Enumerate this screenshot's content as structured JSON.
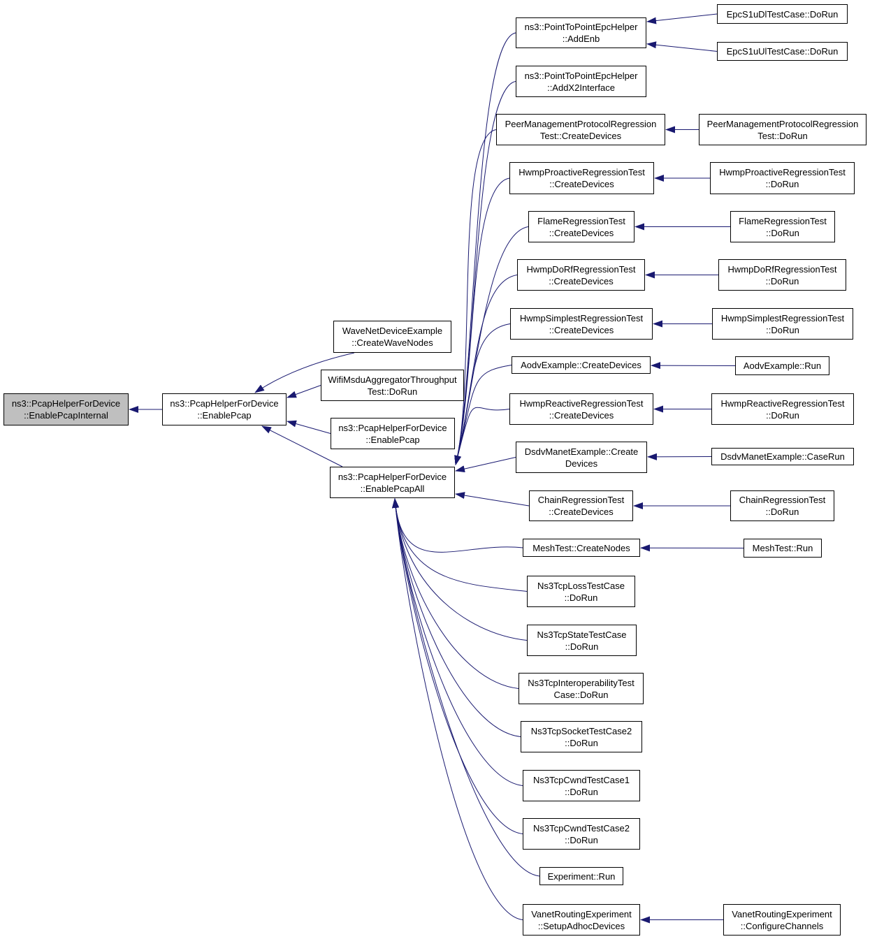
{
  "graph": {
    "edge_color": "#191970",
    "root_fill": "#bfbfbf",
    "nodes": {
      "n0": {
        "lines": [
          "ns3::PcapHelperForDevice",
          "::EnablePcapInternal"
        ]
      },
      "n1": {
        "lines": [
          "ns3::PcapHelperForDevice",
          "::EnablePcap"
        ]
      },
      "n2": {
        "lines": [
          "WaveNetDeviceExample",
          "::CreateWaveNodes"
        ]
      },
      "n3": {
        "lines": [
          "WifiMsduAggregatorThroughput",
          "Test::DoRun"
        ]
      },
      "n4": {
        "lines": [
          "ns3::PcapHelperForDevice",
          "::EnablePcap"
        ]
      },
      "n5": {
        "lines": [
          "ns3::PcapHelperForDevice",
          "::EnablePcapAll"
        ]
      },
      "n6": {
        "lines": [
          "ns3::PointToPointEpcHelper",
          "::AddEnb"
        ]
      },
      "n7": {
        "lines": [
          "ns3::PointToPointEpcHelper",
          "::AddX2Interface"
        ]
      },
      "n8": {
        "lines": [
          "PeerManagementProtocolRegression",
          "Test::CreateDevices"
        ]
      },
      "n9": {
        "lines": [
          "HwmpProactiveRegressionTest",
          "::CreateDevices"
        ]
      },
      "n10": {
        "lines": [
          "FlameRegressionTest",
          "::CreateDevices"
        ]
      },
      "n11": {
        "lines": [
          "HwmpDoRfRegressionTest",
          "::CreateDevices"
        ]
      },
      "n12": {
        "lines": [
          "HwmpSimplestRegressionTest",
          "::CreateDevices"
        ]
      },
      "n13": {
        "lines": [
          "AodvExample::CreateDevices"
        ]
      },
      "n14": {
        "lines": [
          "HwmpReactiveRegressionTest",
          "::CreateDevices"
        ]
      },
      "n15": {
        "lines": [
          "DsdvManetExample::Create",
          "Devices"
        ]
      },
      "n16": {
        "lines": [
          "ChainRegressionTest",
          "::CreateDevices"
        ]
      },
      "n17": {
        "lines": [
          "MeshTest::CreateNodes"
        ]
      },
      "n18": {
        "lines": [
          "Ns3TcpLossTestCase",
          "::DoRun"
        ]
      },
      "n19": {
        "lines": [
          "Ns3TcpStateTestCase",
          "::DoRun"
        ]
      },
      "n20": {
        "lines": [
          "Ns3TcpInteroperabilityTest",
          "Case::DoRun"
        ]
      },
      "n21": {
        "lines": [
          "Ns3TcpSocketTestCase2",
          "::DoRun"
        ]
      },
      "n22": {
        "lines": [
          "Ns3TcpCwndTestCase1",
          "::DoRun"
        ]
      },
      "n23": {
        "lines": [
          "Ns3TcpCwndTestCase2",
          "::DoRun"
        ]
      },
      "n24": {
        "lines": [
          "Experiment::Run"
        ]
      },
      "n25": {
        "lines": [
          "VanetRoutingExperiment",
          "::SetupAdhocDevices"
        ]
      },
      "n26": {
        "lines": [
          "EpcS1uDlTestCase::DoRun"
        ]
      },
      "n27": {
        "lines": [
          "EpcS1uUlTestCase::DoRun"
        ]
      },
      "n28": {
        "lines": [
          "PeerManagementProtocolRegression",
          "Test::DoRun"
        ]
      },
      "n29": {
        "lines": [
          "HwmpProactiveRegressionTest",
          "::DoRun"
        ]
      },
      "n30": {
        "lines": [
          "FlameRegressionTest",
          "::DoRun"
        ]
      },
      "n31": {
        "lines": [
          "HwmpDoRfRegressionTest",
          "::DoRun"
        ]
      },
      "n32": {
        "lines": [
          "HwmpSimplestRegressionTest",
          "::DoRun"
        ]
      },
      "n33": {
        "lines": [
          "AodvExample::Run"
        ]
      },
      "n34": {
        "lines": [
          "HwmpReactiveRegressionTest",
          "::DoRun"
        ]
      },
      "n35": {
        "lines": [
          "DsdvManetExample::CaseRun"
        ]
      },
      "n36": {
        "lines": [
          "ChainRegressionTest",
          "::DoRun"
        ]
      },
      "n37": {
        "lines": [
          "MeshTest::Run"
        ]
      },
      "n38": {
        "lines": [
          "VanetRoutingExperiment",
          "::ConfigureChannels"
        ]
      }
    },
    "edges": [
      [
        "n1",
        "n0"
      ],
      [
        "n2",
        "n1"
      ],
      [
        "n3",
        "n1"
      ],
      [
        "n4",
        "n1"
      ],
      [
        "n5",
        "n1"
      ],
      [
        "n6",
        "n5"
      ],
      [
        "n7",
        "n5"
      ],
      [
        "n8",
        "n5"
      ],
      [
        "n9",
        "n5"
      ],
      [
        "n10",
        "n5"
      ],
      [
        "n11",
        "n5"
      ],
      [
        "n12",
        "n5"
      ],
      [
        "n13",
        "n5"
      ],
      [
        "n14",
        "n5"
      ],
      [
        "n15",
        "n5"
      ],
      [
        "n16",
        "n5"
      ],
      [
        "n17",
        "n5"
      ],
      [
        "n18",
        "n5"
      ],
      [
        "n19",
        "n5"
      ],
      [
        "n20",
        "n5"
      ],
      [
        "n21",
        "n5"
      ],
      [
        "n22",
        "n5"
      ],
      [
        "n23",
        "n5"
      ],
      [
        "n24",
        "n5"
      ],
      [
        "n25",
        "n5"
      ],
      [
        "n26",
        "n6"
      ],
      [
        "n27",
        "n6"
      ],
      [
        "n28",
        "n8"
      ],
      [
        "n29",
        "n9"
      ],
      [
        "n30",
        "n10"
      ],
      [
        "n31",
        "n11"
      ],
      [
        "n32",
        "n12"
      ],
      [
        "n33",
        "n13"
      ],
      [
        "n34",
        "n14"
      ],
      [
        "n35",
        "n15"
      ],
      [
        "n36",
        "n16"
      ],
      [
        "n37",
        "n17"
      ],
      [
        "n38",
        "n25"
      ]
    ]
  }
}
